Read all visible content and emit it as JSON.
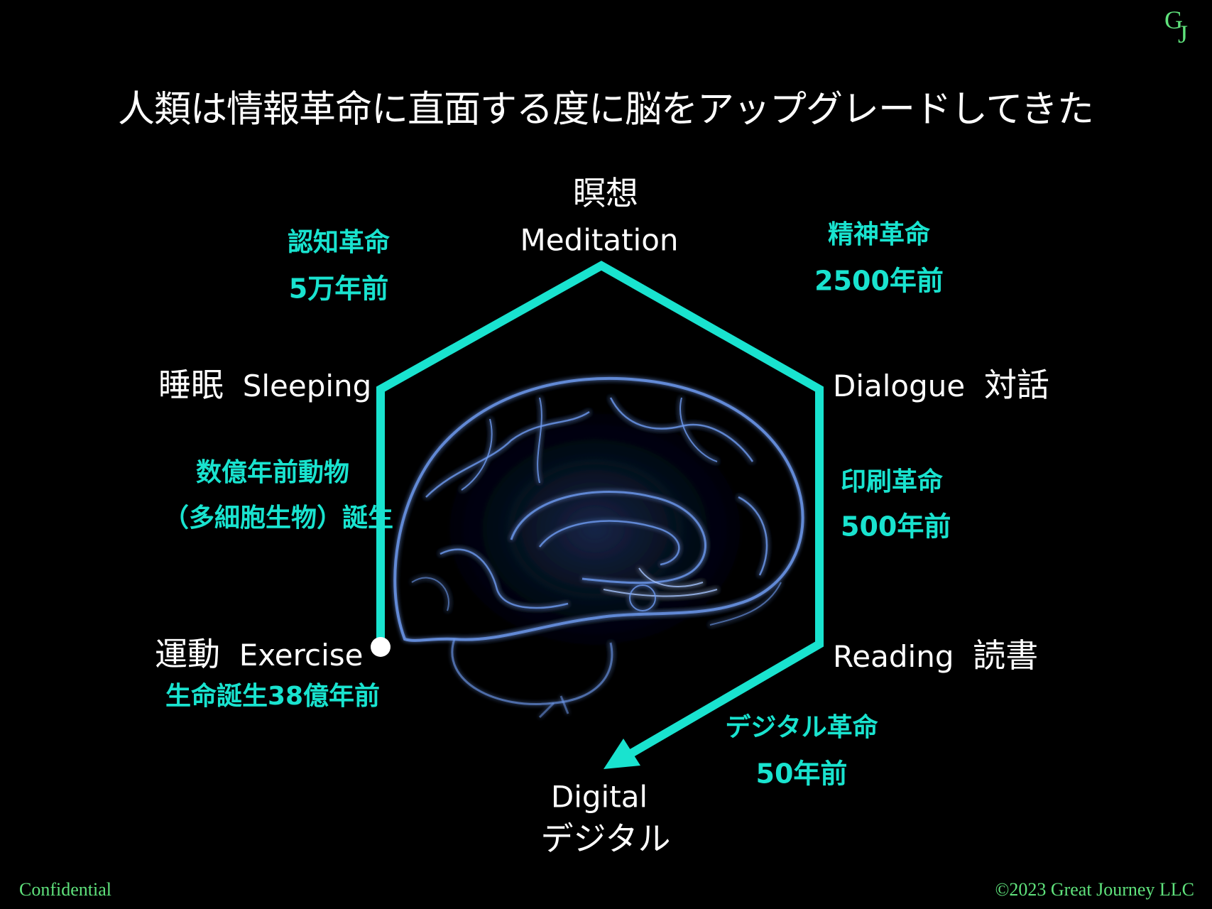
{
  "logo": "GJ",
  "title": "人類は情報革命に直面する度に脳をアップグレードしてきた",
  "colors": {
    "accent": "#19e3cf",
    "brand_green": "#5fe27c",
    "brain_blue": "#7aa8ff"
  },
  "nodes": {
    "meditation": {
      "jp": "瞑想",
      "en": "Meditation"
    },
    "sleeping": {
      "jp": "睡眠",
      "en": "Sleeping"
    },
    "dialogue": {
      "en": "Dialogue",
      "jp": "対話"
    },
    "exercise": {
      "jp": "運動",
      "en": "Exercise"
    },
    "reading": {
      "en": "Reading",
      "jp": "読書"
    },
    "digital": {
      "en": "Digital",
      "jp": "デジタル"
    }
  },
  "revolutions": {
    "cognitive": {
      "name": "認知革命",
      "when": "5万年前"
    },
    "spiritual": {
      "name": "精神革命",
      "when": "2500年前"
    },
    "multicell": {
      "name": "数億年前動物",
      "when": "（多細胞生物）誕生"
    },
    "printing": {
      "name": "印刷革命",
      "when": "500年前"
    },
    "life": {
      "name": "生命誕生38億年前"
    },
    "digital": {
      "name": "デジタル革命",
      "when": "50年前"
    }
  },
  "footer": {
    "left": "Confidential",
    "right": "©2023 Great Journey LLC"
  }
}
